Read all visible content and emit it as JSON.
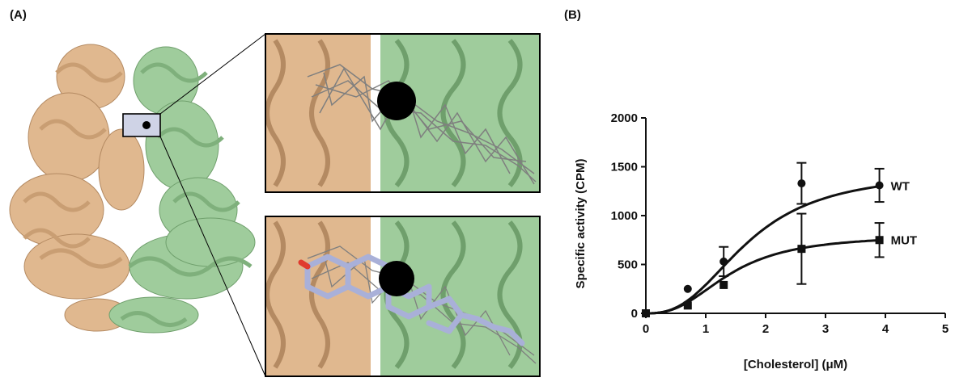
{
  "panel_a": {
    "label": "(A)",
    "protein_colors": {
      "chain_a": "#e0b88f",
      "chain_b": "#9fcc9c",
      "ligand": "#a9b0d8",
      "density_mesh": "#7f7f7f"
    }
  },
  "panel_b": {
    "label": "(B)"
  },
  "chart_data": {
    "type": "scatter",
    "xlabel": "[Cholesterol] (μM)",
    "ylabel": "Specific activity (CPM)",
    "xlim": [
      0,
      5
    ],
    "ylim": [
      0,
      2000
    ],
    "xticks": [
      "0",
      "1",
      "2",
      "3",
      "4",
      "5"
    ],
    "yticks": [
      "0",
      "500",
      "1000",
      "1500",
      "2000"
    ],
    "fit_curves": true,
    "series": [
      {
        "name": "WT",
        "marker": "circle",
        "x": [
          0,
          0.7,
          1.3,
          2.6,
          3.9
        ],
        "y": [
          0,
          250,
          530,
          1330,
          1310
        ],
        "err": [
          0,
          0,
          150,
          210,
          170
        ],
        "fit": {
          "vmax": 1450,
          "k": 1.7,
          "n": 2.6
        }
      },
      {
        "name": "MUT",
        "marker": "square",
        "x": [
          0,
          0.7,
          1.3,
          2.6,
          3.9
        ],
        "y": [
          0,
          80,
          290,
          660,
          750
        ],
        "err": [
          0,
          0,
          0,
          360,
          175
        ],
        "fit": {
          "vmax": 800,
          "k": 1.4,
          "n": 2.6
        }
      }
    ]
  }
}
